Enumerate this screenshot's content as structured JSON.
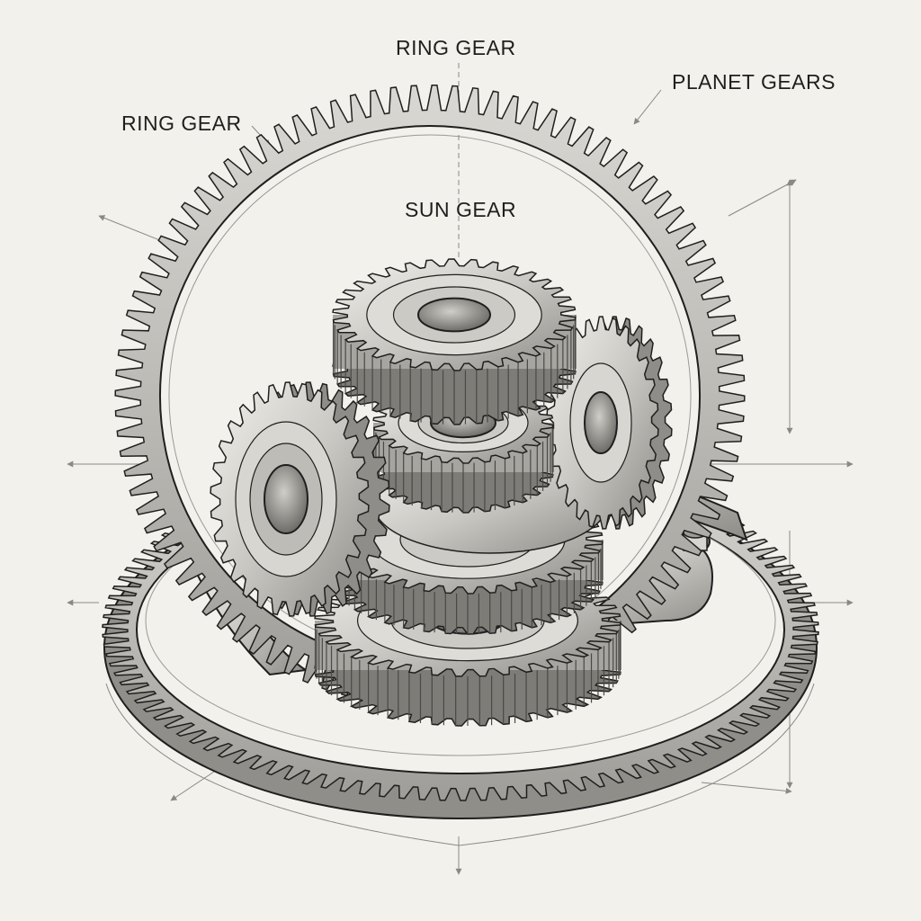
{
  "labels": {
    "ring_gear_top": "RING GEAR",
    "ring_gear_left": "RING GEAR",
    "planet_gears": "PLANET GEARS",
    "sun_gear": "SUN GEAR"
  },
  "colors": {
    "paper": "#f2f1ec",
    "ink": "#1f1f1f",
    "metal_light": "#e8e7e2",
    "metal_mid": "#bdbcb6",
    "metal_dark": "#6e6d69",
    "dimension_line": "#8a8984"
  }
}
